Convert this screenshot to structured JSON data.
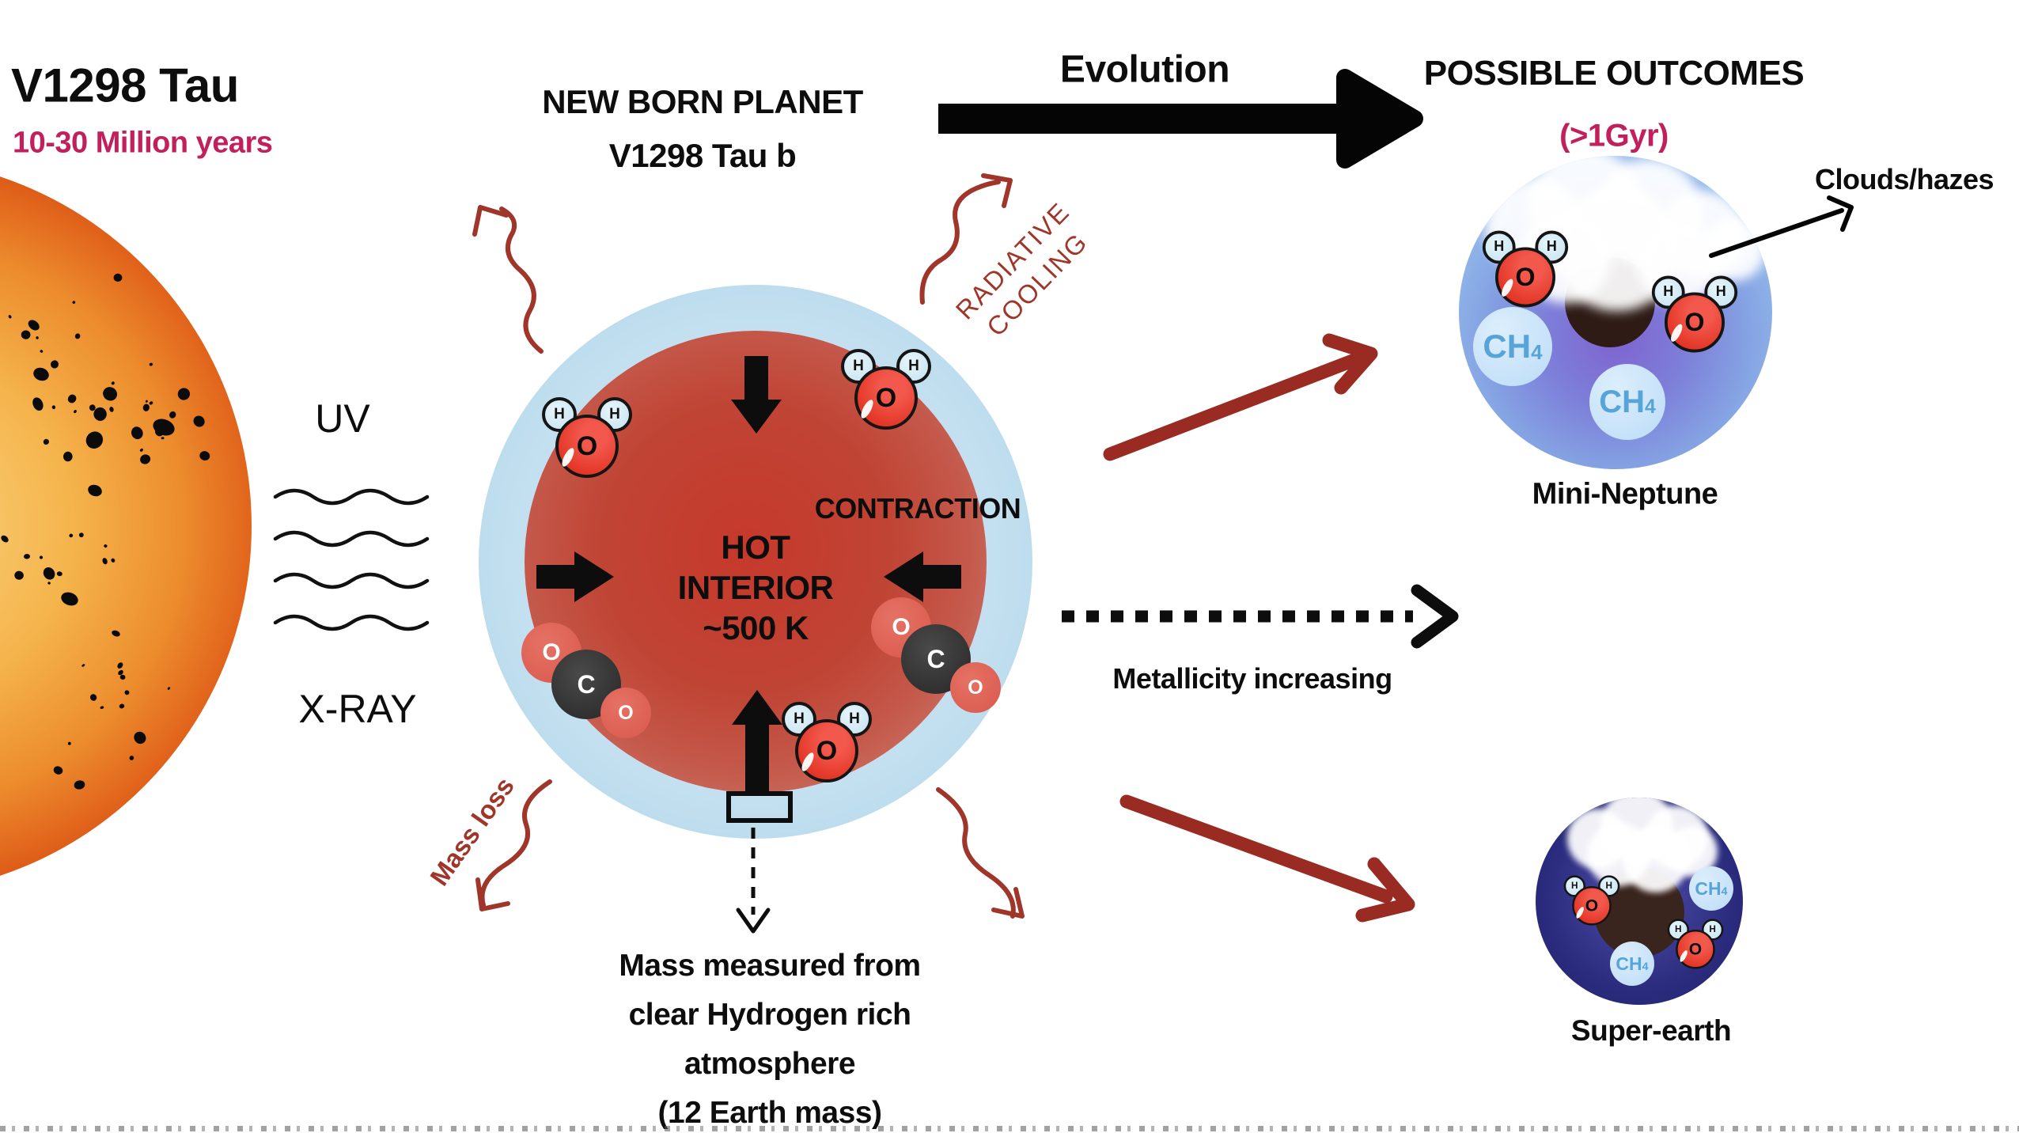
{
  "star": {
    "name": "V1298 Tau",
    "age": "10-30 Million years"
  },
  "radiation": {
    "uv_label": "UV",
    "xray_label": "X-RAY"
  },
  "planet": {
    "title_line1": "NEW BORN PLANET",
    "title_line2": "V1298 Tau b",
    "contraction_label": "CONTRACTION",
    "interior_line1": "HOT",
    "interior_line2": "INTERIOR",
    "interior_line3": "~500 K",
    "radiative_cooling_line1": "RADIATIVE",
    "radiative_cooling_line2": "COOLING",
    "mass_loss_label": "Mass loss",
    "mass_note_line1": "Mass measured from",
    "mass_note_line2": "clear Hydrogen rich",
    "mass_note_line3": "atmosphere",
    "mass_note_line4": "(12 Earth mass)"
  },
  "evolution": {
    "arrow_label": "Evolution",
    "metallicity_label": "Metallicity increasing"
  },
  "outcomes": {
    "title": "POSSIBLE OUTCOMES",
    "subtitle": "(>1Gyr)",
    "clouds_label": "Clouds/hazes",
    "mini_neptune_label": "Mini-Neptune",
    "super_earth_label": "Super-earth"
  },
  "molecules": {
    "o": "O",
    "h": "H",
    "c": "C",
    "ch_main": "CH",
    "ch_sub": "4"
  },
  "colors": {
    "magenta": "#C2205C",
    "dark_red": "#A0352A",
    "arrow_red": "#992B22",
    "black": "#0D0D0D",
    "star_core": "#F8CF79",
    "star_edge": "#DB5715",
    "atmosphere_blue": "#B5D8EA",
    "interior_red": "#C43527",
    "mini_neptune_purple": "#7E63D0",
    "super_earth_navy": "#23246F",
    "ch4_bubble": "#C5E0F8",
    "ch4_text": "#57A4D9",
    "h2o_red": "#E6392B",
    "h_blue": "#CFE9F5"
  }
}
